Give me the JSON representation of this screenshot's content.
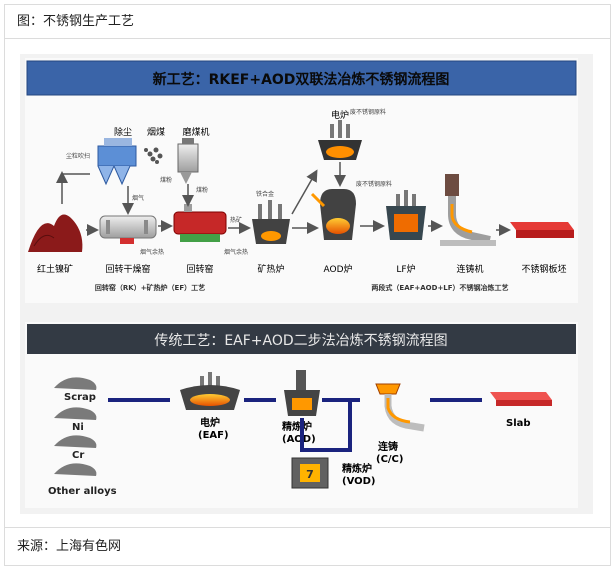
{
  "caption_title": "图：不锈钢生产工艺",
  "caption_source": "来源：上海有色网",
  "top_diagram": {
    "title": "新工艺：RKEF+AOD双联法冶炼不锈钢流程图",
    "labels": {
      "dust": "除尘",
      "coal_smoke": "烟煤",
      "coal_mill": "磨煤机",
      "electric_furnace": "电炉",
      "mine_ore": "红土镍矿",
      "rotary_dryer": "回转干燥窑",
      "rotary_kiln": "回转窑",
      "submerged_furnace": "矿热炉",
      "aod": "AOD炉",
      "lf": "LF炉",
      "caster": "连铸机",
      "slab": "不锈钢板坯",
      "section_left": "回转窑（RK）+矿热炉（EF）工艺",
      "section_right": "两段式（EAF+AOD+LF）不锈钢冶炼工艺",
      "small_1": "尘粒吹扫",
      "small_2": "烟气",
      "small_3": "煤粉",
      "small_4": "烟气余热",
      "small_5": "热矿",
      "small_6": "煤粉",
      "small_7": "烟气余热",
      "small_8": "铁合金",
      "small_9": "废不锈钢原料",
      "small_10": "废不锈钢原料"
    }
  },
  "bottom_diagram": {
    "title": "传统工艺：EAF+AOD二步法冶炼不锈钢流程图",
    "labels": {
      "scrap": "Scrap",
      "ni": "Ni",
      "cr": "Cr",
      "other_alloys": "Other alloys",
      "eaf_cn": "电炉",
      "eaf_en": "(EAF)",
      "aod_cn": "精炼炉",
      "aod_en": "(AOD)",
      "vod_cn": "精炼炉",
      "vod_en": "(VOD)",
      "cc_cn": "连铸",
      "cc_en": "(C/C)",
      "slab": "Slab"
    }
  },
  "colors": {
    "title_bar_top": "#3a64a8",
    "title_bar_bottom": "#333a44",
    "arrow_blue": "#1a237e",
    "ore": "#8b1a1a",
    "slab": "#d32f2f",
    "hot": "#ff9800"
  }
}
